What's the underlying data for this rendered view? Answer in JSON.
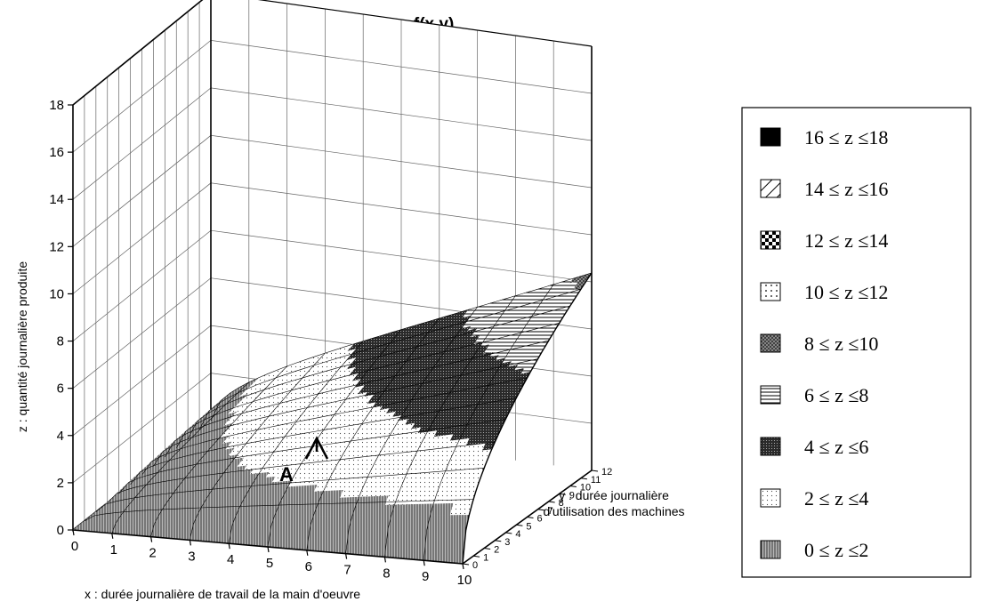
{
  "chart_data": {
    "type": "surface",
    "title": "surface (S) d'équation z = f(x,y)",
    "xlabel": "x : durée journalière de travail de la main d'oeuvre",
    "ylabel_line1": "y : durée journalière",
    "ylabel_line2": "d'utilisation des machines",
    "zlabel": "z : quantité journalière produite",
    "x_ticks": [
      "0",
      "1",
      "2",
      "3",
      "4",
      "5",
      "6",
      "7",
      "8",
      "9",
      "10"
    ],
    "y_ticks": [
      "0",
      "1",
      "2",
      "3",
      "4",
      "5",
      "6",
      "7",
      "8",
      "9",
      "10",
      "11",
      "12"
    ],
    "z_ticks": [
      "0",
      "2",
      "4",
      "6",
      "8",
      "10",
      "12",
      "14",
      "16",
      "18"
    ],
    "xlim": [
      0,
      10
    ],
    "ylim": [
      0,
      12
    ],
    "zlim": [
      0,
      18
    ],
    "grid": true,
    "legend_position": "right",
    "legend": [
      {
        "label": "16 ≤ z ≤18",
        "pattern": "solid"
      },
      {
        "label": "14 ≤ z ≤16",
        "pattern": "diag-wide"
      },
      {
        "label": "12 ≤ z ≤14",
        "pattern": "checker"
      },
      {
        "label": "10 ≤ z ≤12",
        "pattern": "dots-sparse"
      },
      {
        "label": "8 ≤ z ≤10",
        "pattern": "crosshatch"
      },
      {
        "label": "6 ≤ z ≤8",
        "pattern": "horizontal"
      },
      {
        "label": "4 ≤ z ≤6",
        "pattern": "dense"
      },
      {
        "label": "2 ≤ z ≤4",
        "pattern": "dots-light"
      },
      {
        "label": "0 ≤ z ≤2",
        "pattern": "vertical"
      }
    ],
    "point_label": "A"
  }
}
